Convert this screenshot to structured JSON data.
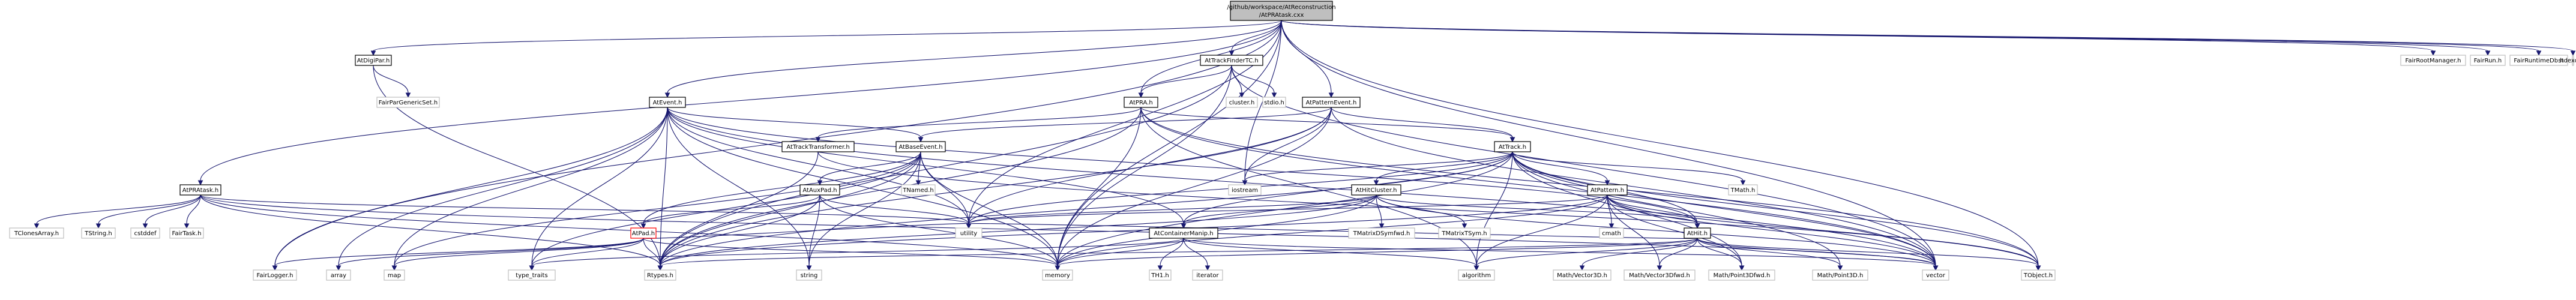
{
  "colors": {
    "root_fill": "#bfbfbf",
    "node_fill": "#ffffff",
    "node_border": "#000000",
    "external_border": "#bfbfbf",
    "highlight_border": "#ff0000",
    "edge": "#191970"
  },
  "nodes": [
    {
      "id": "root",
      "label": "/github/workspace/AtReconstruction",
      "label2": "/AtPRAtask.cxx",
      "kind": "root"
    },
    {
      "id": "AtDigiPar",
      "label": "AtDigiPar.h",
      "kind": "internal"
    },
    {
      "id": "FairParGenericSet",
      "label": "FairParGenericSet.h",
      "kind": "external"
    },
    {
      "id": "AtTrackFinderTC",
      "label": "AtTrackFinderTC.h",
      "kind": "internal"
    },
    {
      "id": "cluster",
      "label": "cluster.h",
      "kind": "external"
    },
    {
      "id": "stdio",
      "label": "stdio.h",
      "kind": "external"
    },
    {
      "id": "AtEvent",
      "label": "AtEvent.h",
      "kind": "internal"
    },
    {
      "id": "AtPRA",
      "label": "AtPRA.h",
      "kind": "internal"
    },
    {
      "id": "AtPatternEvent",
      "label": "AtPatternEvent.h",
      "kind": "internal"
    },
    {
      "id": "FairRootManager",
      "label": "FairRootManager.h",
      "kind": "external"
    },
    {
      "id": "FairRun",
      "label": "FairRun.h",
      "kind": "external"
    },
    {
      "id": "FairRuntimeDb",
      "label": "FairRuntimeDb.h",
      "kind": "external"
    },
    {
      "id": "stdexcept",
      "label": "stdexcept",
      "kind": "external"
    },
    {
      "id": "AtPRAtask",
      "label": "AtPRAtask.h",
      "kind": "internal"
    },
    {
      "id": "AtTrackTransformer",
      "label": "AtTrackTransformer.h",
      "kind": "internal"
    },
    {
      "id": "AtBaseEvent",
      "label": "AtBaseEvent.h",
      "kind": "internal"
    },
    {
      "id": "AtTrack",
      "label": "AtTrack.h",
      "kind": "internal"
    },
    {
      "id": "TMath",
      "label": "TMath.h",
      "kind": "external"
    },
    {
      "id": "iostream",
      "label": "iostream",
      "kind": "external"
    },
    {
      "id": "TNamed",
      "label": "TNamed.h",
      "kind": "external"
    },
    {
      "id": "AtAuxPad",
      "label": "AtAuxPad.h",
      "kind": "internal"
    },
    {
      "id": "AtHitCluster",
      "label": "AtHitCluster.h",
      "kind": "internal"
    },
    {
      "id": "AtPattern",
      "label": "AtPattern.h",
      "kind": "internal"
    },
    {
      "id": "TClonesArray",
      "label": "TClonesArray.h",
      "kind": "external"
    },
    {
      "id": "TString",
      "label": "TString.h",
      "kind": "external"
    },
    {
      "id": "cstddef",
      "label": "cstddef",
      "kind": "external"
    },
    {
      "id": "FairTask",
      "label": "FairTask.h",
      "kind": "external"
    },
    {
      "id": "utility",
      "label": "utility",
      "kind": "external"
    },
    {
      "id": "TMatrixDSymfwd",
      "label": "TMatrixDSymfwd.h",
      "kind": "external"
    },
    {
      "id": "TMatrixTSym",
      "label": "TMatrixTSym.h",
      "kind": "external"
    },
    {
      "id": "cmath",
      "label": "cmath",
      "kind": "external"
    },
    {
      "id": "AtPad",
      "label": "AtPad.h",
      "kind": "highlight"
    },
    {
      "id": "AtContainerManip",
      "label": "AtContainerManip.h",
      "kind": "internal"
    },
    {
      "id": "AtHit",
      "label": "AtHit.h",
      "kind": "internal"
    },
    {
      "id": "FairLogger",
      "label": "FairLogger.h",
      "kind": "external"
    },
    {
      "id": "array",
      "label": "array",
      "kind": "external"
    },
    {
      "id": "map",
      "label": "map",
      "kind": "external"
    },
    {
      "id": "type_traits",
      "label": "type_traits",
      "kind": "external"
    },
    {
      "id": "Rtypes",
      "label": "Rtypes.h",
      "kind": "external"
    },
    {
      "id": "string",
      "label": "string",
      "kind": "external"
    },
    {
      "id": "memory",
      "label": "memory",
      "kind": "external"
    },
    {
      "id": "TH1",
      "label": "TH1.h",
      "kind": "external"
    },
    {
      "id": "iterator",
      "label": "iterator",
      "kind": "external"
    },
    {
      "id": "algorithm",
      "label": "algorithm",
      "kind": "external"
    },
    {
      "id": "MathVector3D",
      "label": "Math/Vector3D.h",
      "kind": "external"
    },
    {
      "id": "MathVector3Dfwd",
      "label": "Math/Vector3Dfwd.h",
      "kind": "external"
    },
    {
      "id": "MathPoint3Dfwd",
      "label": "Math/Point3Dfwd.h",
      "kind": "external"
    },
    {
      "id": "MathPoint3D",
      "label": "Math/Point3D.h",
      "kind": "external"
    },
    {
      "id": "vector",
      "label": "vector",
      "kind": "external"
    },
    {
      "id": "TObject",
      "label": "TObject.h",
      "kind": "external"
    }
  ],
  "edges": [
    [
      "root",
      "AtDigiPar"
    ],
    [
      "root",
      "AtTrackFinderTC"
    ],
    [
      "root",
      "AtEvent"
    ],
    [
      "root",
      "AtPRA"
    ],
    [
      "root",
      "AtPatternEvent"
    ],
    [
      "root",
      "FairRootManager"
    ],
    [
      "root",
      "FairRun"
    ],
    [
      "root",
      "FairRuntimeDb"
    ],
    [
      "root",
      "stdexcept"
    ],
    [
      "root",
      "AtPRAtask"
    ],
    [
      "root",
      "iostream"
    ],
    [
      "root",
      "utility"
    ],
    [
      "root",
      "memory"
    ],
    [
      "root",
      "vector"
    ],
    [
      "root",
      "TObject"
    ],
    [
      "root",
      "FairLogger"
    ],
    [
      "AtDigiPar",
      "FairParGenericSet"
    ],
    [
      "AtDigiPar",
      "Rtypes"
    ],
    [
      "AtTrackFinderTC",
      "cluster"
    ],
    [
      "AtTrackFinderTC",
      "stdio"
    ],
    [
      "AtTrackFinderTC",
      "AtPRA"
    ],
    [
      "AtTrackFinderTC",
      "memory"
    ],
    [
      "AtTrackFinderTC",
      "vector"
    ],
    [
      "AtTrackFinderTC",
      "Rtypes"
    ],
    [
      "AtEvent",
      "AtBaseEvent"
    ],
    [
      "AtEvent",
      "AtHit"
    ],
    [
      "AtEvent",
      "Rtypes"
    ],
    [
      "AtEvent",
      "FairLogger"
    ],
    [
      "AtEvent",
      "array"
    ],
    [
      "AtEvent",
      "map"
    ],
    [
      "AtEvent",
      "memory"
    ],
    [
      "AtEvent",
      "utility"
    ],
    [
      "AtEvent",
      "vector"
    ],
    [
      "AtEvent",
      "type_traits"
    ],
    [
      "AtEvent",
      "string"
    ],
    [
      "AtEvent",
      "AtContainerManip"
    ],
    [
      "AtPRA",
      "AtTrackTransformer"
    ],
    [
      "AtPRA",
      "AtTrack"
    ],
    [
      "AtPRA",
      "Rtypes"
    ],
    [
      "AtPRA",
      "TObject"
    ],
    [
      "AtPRA",
      "vector"
    ],
    [
      "AtPRA",
      "memory"
    ],
    [
      "AtPRA",
      "algorithm"
    ],
    [
      "AtPatternEvent",
      "AtBaseEvent"
    ],
    [
      "AtPatternEvent",
      "AtTrack"
    ],
    [
      "AtPatternEvent",
      "Rtypes"
    ],
    [
      "AtPatternEvent",
      "utility"
    ],
    [
      "AtPatternEvent",
      "vector"
    ],
    [
      "AtPatternEvent",
      "memory"
    ],
    [
      "AtPatternEvent",
      "iostream"
    ],
    [
      "AtPRAtask",
      "FairTask"
    ],
    [
      "AtPRAtask",
      "TClonesArray"
    ],
    [
      "AtPRAtask",
      "TString"
    ],
    [
      "AtPRAtask",
      "cstddef"
    ],
    [
      "AtPRAtask",
      "Rtypes"
    ],
    [
      "AtPRAtask",
      "memory"
    ],
    [
      "AtPRAtask",
      "utility"
    ],
    [
      "AtPRAtask",
      "vector"
    ],
    [
      "AtTrackTransformer",
      "Rtypes"
    ],
    [
      "AtTrackTransformer",
      "TObject"
    ],
    [
      "AtBaseEvent",
      "TNamed"
    ],
    [
      "AtBaseEvent",
      "AtAuxPad"
    ],
    [
      "AtBaseEvent",
      "AtPad"
    ],
    [
      "AtBaseEvent",
      "Rtypes"
    ],
    [
      "AtBaseEvent",
      "map"
    ],
    [
      "AtBaseEvent",
      "string"
    ],
    [
      "AtBaseEvent",
      "utility"
    ],
    [
      "AtBaseEvent",
      "type_traits"
    ],
    [
      "AtBaseEvent",
      "memory"
    ],
    [
      "AtTrack",
      "AtHitCluster"
    ],
    [
      "AtTrack",
      "AtPattern"
    ],
    [
      "AtTrack",
      "AtHit"
    ],
    [
      "AtTrack",
      "TMath"
    ],
    [
      "AtTrack",
      "iostream"
    ],
    [
      "AtTrack",
      "Rtypes"
    ],
    [
      "AtTrack",
      "MathPoint3D"
    ],
    [
      "AtTrack",
      "MathPoint3Dfwd"
    ],
    [
      "AtTrack",
      "algorithm"
    ],
    [
      "AtTrack",
      "memory"
    ],
    [
      "AtTrack",
      "utility"
    ],
    [
      "AtTrack",
      "vector"
    ],
    [
      "AtTrack",
      "TObject"
    ],
    [
      "AtTrack",
      "AtContainerManip"
    ],
    [
      "AtAuxPad",
      "AtPad"
    ],
    [
      "AtAuxPad",
      "Rtypes"
    ],
    [
      "AtAuxPad",
      "string"
    ],
    [
      "AtAuxPad",
      "utility"
    ],
    [
      "AtAuxPad",
      "memory"
    ],
    [
      "AtHitCluster",
      "AtHit"
    ],
    [
      "AtHitCluster",
      "TMatrixDSymfwd"
    ],
    [
      "AtHitCluster",
      "TMatrixTSym"
    ],
    [
      "AtHitCluster",
      "Rtypes"
    ],
    [
      "AtHitCluster",
      "memory"
    ],
    [
      "AtHitCluster",
      "utility"
    ],
    [
      "AtHitCluster",
      "vector"
    ],
    [
      "AtHitCluster",
      "AtContainerManip"
    ],
    [
      "AtPattern",
      "AtHit"
    ],
    [
      "AtPattern",
      "cmath"
    ],
    [
      "AtPattern",
      "Rtypes"
    ],
    [
      "AtPattern",
      "TObject"
    ],
    [
      "AtPattern",
      "MathPoint3Dfwd"
    ],
    [
      "AtPattern",
      "MathVector3Dfwd"
    ],
    [
      "AtPattern",
      "algorithm"
    ],
    [
      "AtPattern",
      "memory"
    ],
    [
      "AtPattern",
      "vector"
    ],
    [
      "AtPattern",
      "utility"
    ],
    [
      "AtPad",
      "FairLogger"
    ],
    [
      "AtPad",
      "array"
    ],
    [
      "AtPad",
      "map"
    ],
    [
      "AtPad",
      "type_traits"
    ],
    [
      "AtPad",
      "Rtypes"
    ],
    [
      "AtPad",
      "memory"
    ],
    [
      "AtPad",
      "utility"
    ],
    [
      "AtContainerManip",
      "TH1"
    ],
    [
      "AtContainerManip",
      "iterator"
    ],
    [
      "AtContainerManip",
      "memory"
    ],
    [
      "AtContainerManip",
      "type_traits"
    ],
    [
      "AtContainerManip",
      "vector"
    ],
    [
      "AtContainerManip",
      "algorithm"
    ],
    [
      "AtHit",
      "MathVector3D"
    ],
    [
      "AtHit",
      "MathVector3Dfwd"
    ],
    [
      "AtHit",
      "MathPoint3Dfwd"
    ],
    [
      "AtHit",
      "MathPoint3D"
    ],
    [
      "AtHit",
      "Rtypes"
    ],
    [
      "AtHit",
      "memory"
    ],
    [
      "AtHit",
      "vector"
    ],
    [
      "AtHit",
      "TObject"
    ],
    [
      "AtHit",
      "algorithm"
    ],
    [
      "AtHit",
      "utility"
    ]
  ]
}
